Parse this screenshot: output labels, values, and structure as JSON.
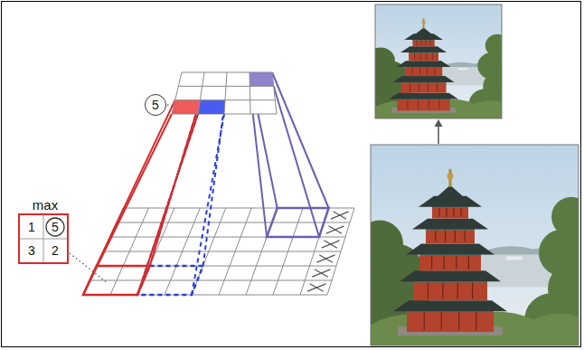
{
  "diagram": {
    "nodes": [
      {
        "text": [
          "5"
        ]
      },
      {
        "text": [
          "max"
        ]
      }
    ],
    "labels": [
      "1",
      "5",
      "3",
      "2"
    ]
  }
}
